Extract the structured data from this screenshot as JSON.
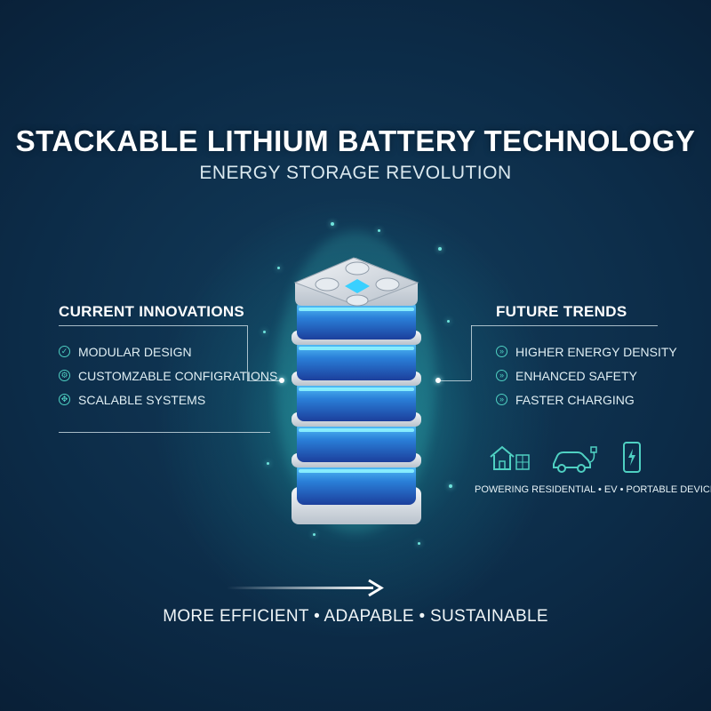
{
  "header": {
    "title": "STACKABLE LITHIUM BATTERY TECHNOLOGY",
    "subtitle": "ENERGY STORAGE REVOLUTION"
  },
  "left_panel": {
    "title": "CURRENT INNOVATIONS",
    "items": [
      {
        "label": "MODULAR DESIGN",
        "icon": "leaf-icon"
      },
      {
        "label": "CUSTOMZABLE CONFIGRATIONS",
        "icon": "gear-icon"
      },
      {
        "label": "SCALABLE SYSTEMS",
        "icon": "expand-arrows-icon"
      }
    ]
  },
  "right_panel": {
    "title": "FUTURE TRENDS",
    "items": [
      {
        "label": "HIGHER ENERGY DENSITY",
        "icon": "chevrons-right-icon"
      },
      {
        "label": "ENHANCED SAFETY",
        "icon": "chevrons-right-icon"
      },
      {
        "label": "FASTER CHARGING",
        "icon": "chevrons-right-icon"
      }
    ],
    "applications": {
      "icons": [
        "house-solar-icon",
        "electric-car-icon",
        "smartphone-charging-icon"
      ],
      "caption": "POWERING RESIDENTIAL • EV • PORTABLE DEVICES"
    }
  },
  "footer": {
    "tagline": "MORE EFFICIENT • ADAPABLE • SUSTAINABLE"
  },
  "colors": {
    "background": "#0c2b47",
    "accent": "#4fd0c2",
    "cell_blue": "#2a7fd8",
    "cell_glow": "#4fe6ff",
    "frame": "#e3e8ee"
  }
}
